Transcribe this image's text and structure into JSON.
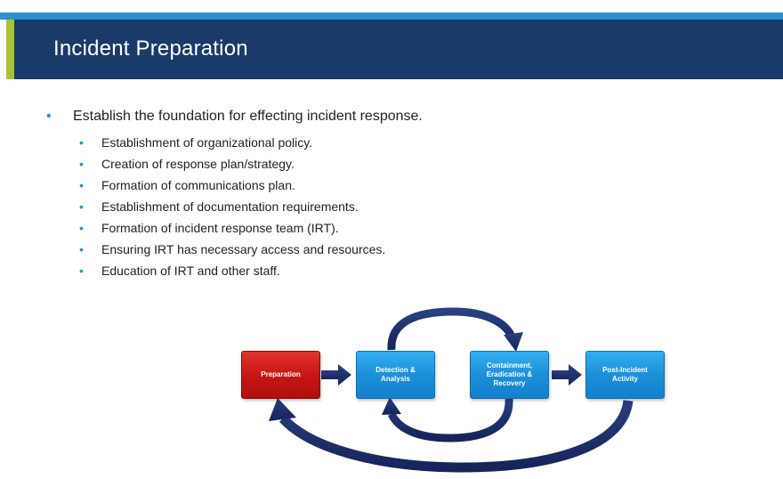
{
  "slide": {
    "title": "Incident Preparation",
    "main_bullet": "Establish the foundation for effecting incident response.",
    "sub_bullets": [
      "Establishment of organizational policy.",
      "Creation of response plan/strategy.",
      "Formation of communications plan.",
      "Establishment of documentation requirements.",
      "Formation of incident response team (IRT).",
      "Ensuring IRT has necessary access and resources.",
      "Education of IRT and other staff."
    ]
  },
  "diagram": {
    "boxes": [
      {
        "label": "Preparation",
        "color": "#c41512"
      },
      {
        "label": "Detection & Analysis",
        "color": "#1c8fd9"
      },
      {
        "label": "Containment, Eradication & Recovery",
        "color": "#1c8fd9"
      },
      {
        "label": "Post-Incident Activity",
        "color": "#1c8fd9"
      }
    ],
    "arrow_color": "#1a2f66"
  }
}
